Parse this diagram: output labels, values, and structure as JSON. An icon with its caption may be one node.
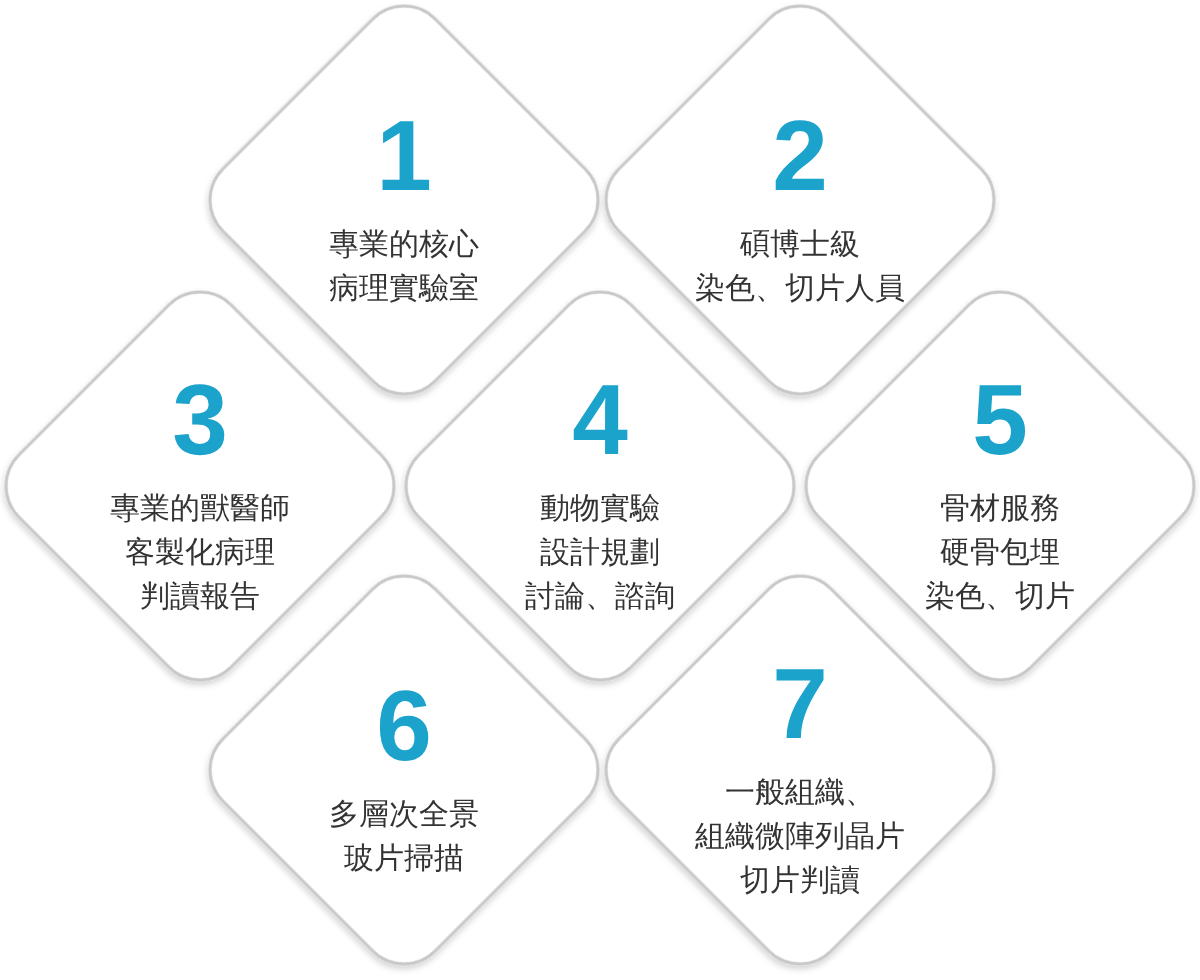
{
  "diagram": {
    "nodes": [
      {
        "text": [
          "1",
          "專業的核心病理實驗室"
        ]
      },
      {
        "text": [
          "2",
          "碩博士級染色、切片人員"
        ]
      },
      {
        "text": [
          "3",
          "專業的獸醫師客製化病理判讀報告"
        ]
      },
      {
        "text": [
          "4",
          "動物實驗設計規劃討論、諮詢"
        ]
      },
      {
        "text": [
          "5",
          "骨材服務硬骨包埋染色、切片"
        ]
      },
      {
        "text": [
          "6",
          "多層次全景玻片掃描"
        ]
      },
      {
        "text": [
          "7",
          "一般組織、組織微陣列晶片切片判讀"
        ]
      }
    ]
  }
}
